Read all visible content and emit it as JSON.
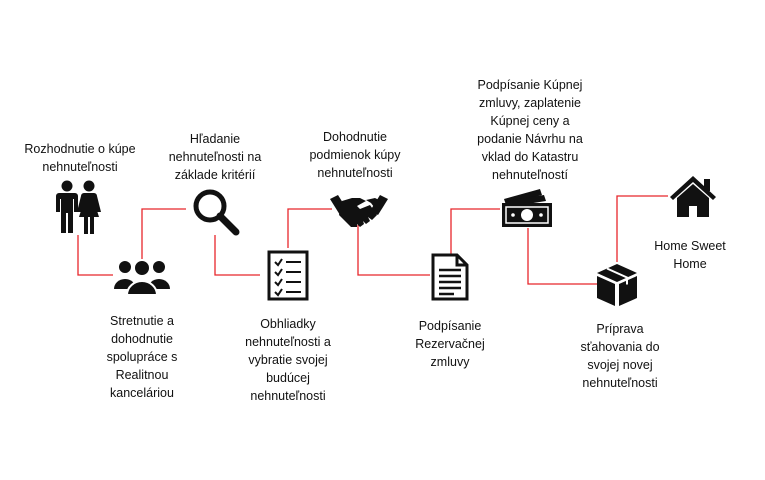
{
  "colors": {
    "connector": "#e8262b",
    "icon": "#111111",
    "text": "#111111",
    "background": "#ffffff"
  },
  "steps": [
    {
      "icon": "couple-icon",
      "label": "Rozhodnutie o kúpe\nnehnuteľnosti"
    },
    {
      "icon": "people-icon",
      "label": "Stretnutie a\ndohodnutie\nspolupráce s\nRealitnou\nkanceláriou"
    },
    {
      "icon": "magnifier-icon",
      "label": "Hľadanie\nnehnuteľnosti na\nzáklade kritérií"
    },
    {
      "icon": "checklist-icon",
      "label": "Obhliadky\nnehnuteľnosti a\nvybratie svojej\nbudúcej\nnehnuteľnosti"
    },
    {
      "icon": "handshake-icon",
      "label": "Dohodnutie\npodmienok kúpy\nnehnuteľnosti"
    },
    {
      "icon": "document-icon",
      "label": "Podpísanie\nRezervačnej\nzmluvy"
    },
    {
      "icon": "money-icon",
      "label": "Podpísanie Kúpnej\nzmluvy, zaplatenie\nKúpnej ceny a\npodanie Návrhu na\nvklad do Katastru\nnehnuteľností"
    },
    {
      "icon": "box-icon",
      "label": "Príprava\nsťahovania do\nsvojej novej\nnehnuteľnosti"
    },
    {
      "icon": "house-icon",
      "label": "Home Sweet\nHome"
    }
  ]
}
